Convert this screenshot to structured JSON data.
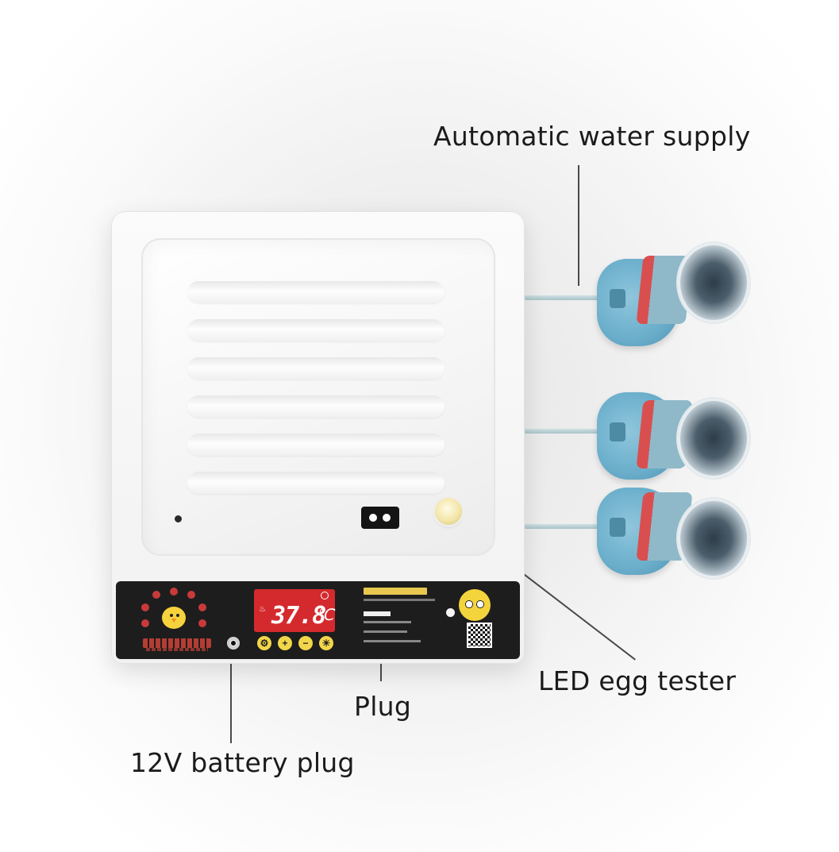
{
  "callouts": {
    "water_supply": "Automatic water supply",
    "led_egg_tester": "LED egg tester",
    "plug": "Plug",
    "battery_plug": "12V battery plug"
  },
  "display": {
    "value": "37.8",
    "unit": "℃"
  },
  "colors": {
    "panel": "#1d1d1d",
    "display": "#d42a2e",
    "bottle": "#6aaecb",
    "button": "#f2d64a"
  }
}
